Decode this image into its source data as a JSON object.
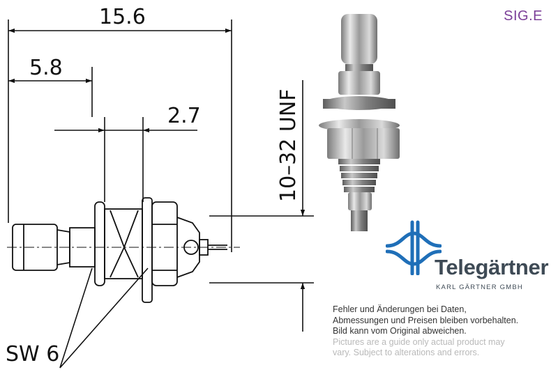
{
  "brand_mark": "SIG.E",
  "dimensions": {
    "overall_length": "15.6",
    "front_length": "5.8",
    "flange_length": "2.7",
    "thread": "10–32 UNF",
    "wrench_size": "SW 6"
  },
  "logo": {
    "name": "Telegärtner",
    "subtitle": "KARL GÄRTNER GMBH"
  },
  "disclaimer": {
    "de": [
      "Fehler und Änderungen bei Daten,",
      "Abmessungen und Preisen bleiben vorbehalten.",
      "Bild kann vom Original abweichen."
    ],
    "en": [
      "Pictures are a guide only actual product may",
      "vary. Subject to alterations and errors."
    ]
  },
  "colors": {
    "brand": "#7b3f98",
    "logo_blue": "#1f6fb8",
    "logo_text": "#3e4a55"
  }
}
